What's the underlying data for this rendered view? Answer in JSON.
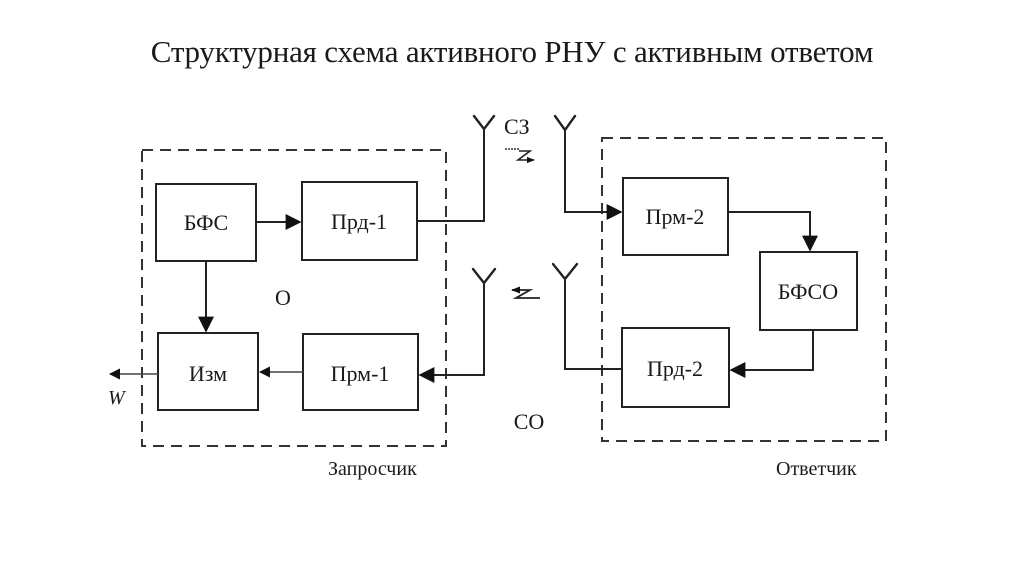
{
  "title": "Структурная схема активного РНУ с активным ответом",
  "groups": {
    "interrogator": {
      "label": "Запросчик"
    },
    "responder": {
      "label": "Ответчик"
    }
  },
  "blocks": {
    "bfs": "БФС",
    "prd1": "Прд-1",
    "izm": "Изм",
    "prm1": "Прм-1",
    "prm2": "Прм-2",
    "bfso": "БФСО",
    "prd2": "Прд-2"
  },
  "labels": {
    "o": "О",
    "co": "СО",
    "cz": "СЗ",
    "w": "W"
  },
  "icons": {
    "antenna": "antenna-icon",
    "signal_forward": "signal-wave-right-icon",
    "signal_back": "signal-wave-left-icon"
  }
}
